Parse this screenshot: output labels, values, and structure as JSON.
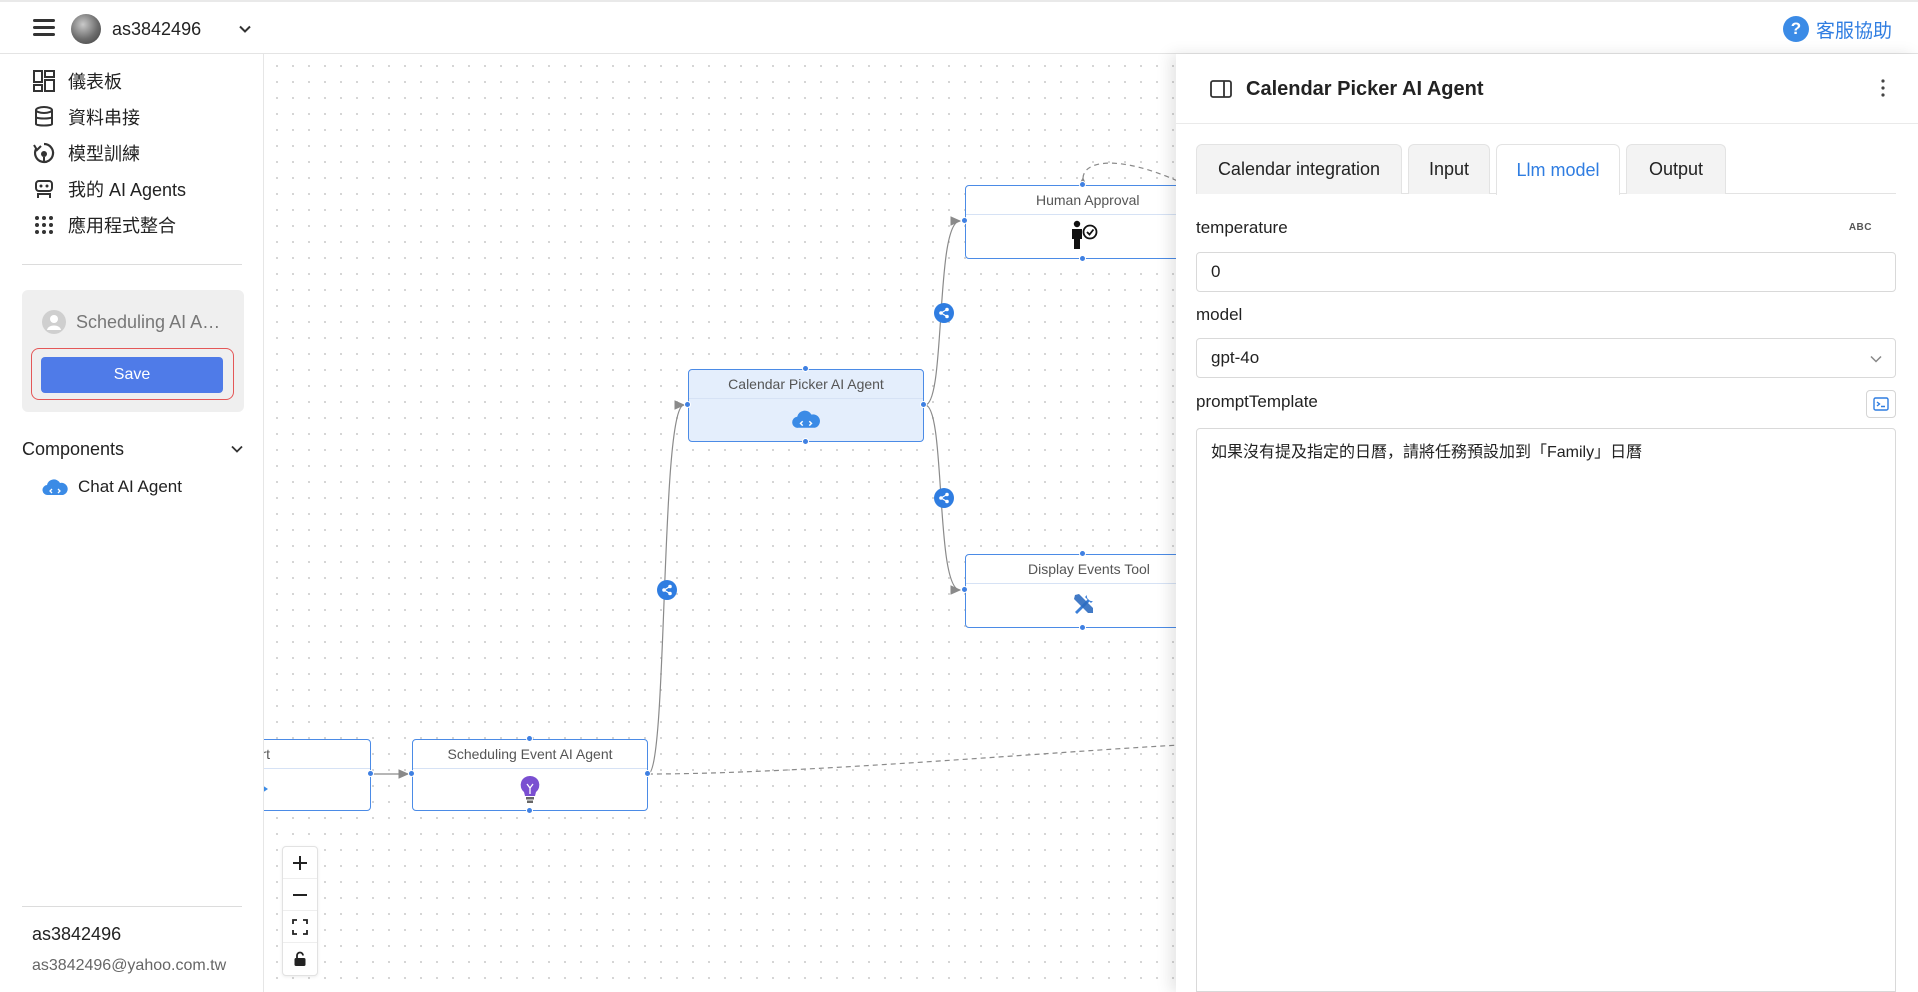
{
  "topbar": {
    "username": "as3842496",
    "help_label": "客服協助"
  },
  "sidebar": {
    "nav": [
      {
        "label": "儀表板",
        "icon": "dashboard-icon"
      },
      {
        "label": "資料串接",
        "icon": "database-icon"
      },
      {
        "label": "模型訓練",
        "icon": "model-training-icon"
      },
      {
        "label": "我的 AI Agents",
        "icon": "robot-icon"
      },
      {
        "label": "應用程式整合",
        "icon": "apps-grid-icon"
      }
    ],
    "flow_name": "Scheduling AI Agent",
    "save_label": "Save",
    "components_label": "Components",
    "components": [
      {
        "label": "Chat AI Agent",
        "icon": "cloud-agent-icon"
      }
    ],
    "user_name": "as3842496",
    "user_email": "as3842496@yahoo.com.tw"
  },
  "canvas": {
    "nodes": [
      {
        "id": "start",
        "title": "rt",
        "icon": "arrow-icon"
      },
      {
        "id": "scheduling",
        "title": "Scheduling Event AI Agent",
        "icon": "lightbulb-icon"
      },
      {
        "id": "calendar",
        "title": "Calendar Picker AI Agent",
        "icon": "cloud-agent-icon",
        "selected": true
      },
      {
        "id": "approval",
        "title": "Human Approval",
        "icon": "human-approval-icon"
      },
      {
        "id": "display",
        "title": "Display Events Tool",
        "icon": "tools-icon"
      }
    ],
    "zoom_controls": [
      "zoom-in",
      "zoom-out",
      "fit-view",
      "lock"
    ]
  },
  "panel": {
    "title": "Calendar Picker AI Agent",
    "tabs": [
      "Calendar integration",
      "Input",
      "Llm model",
      "Output"
    ],
    "active_tab": "Llm model",
    "fields": {
      "temperature": {
        "label": "temperature",
        "value": "0",
        "type_badge": "ABC"
      },
      "model": {
        "label": "model",
        "value": "gpt-4o"
      },
      "prompt": {
        "label": "promptTemplate",
        "value": "如果沒有提及指定的日曆，請將任務預設加到「Family」日曆"
      }
    }
  },
  "colors": {
    "accent": "#2f7de1",
    "save": "#4f7be8",
    "node_border": "#4b8be6",
    "selected_node": "#e4eefc"
  }
}
